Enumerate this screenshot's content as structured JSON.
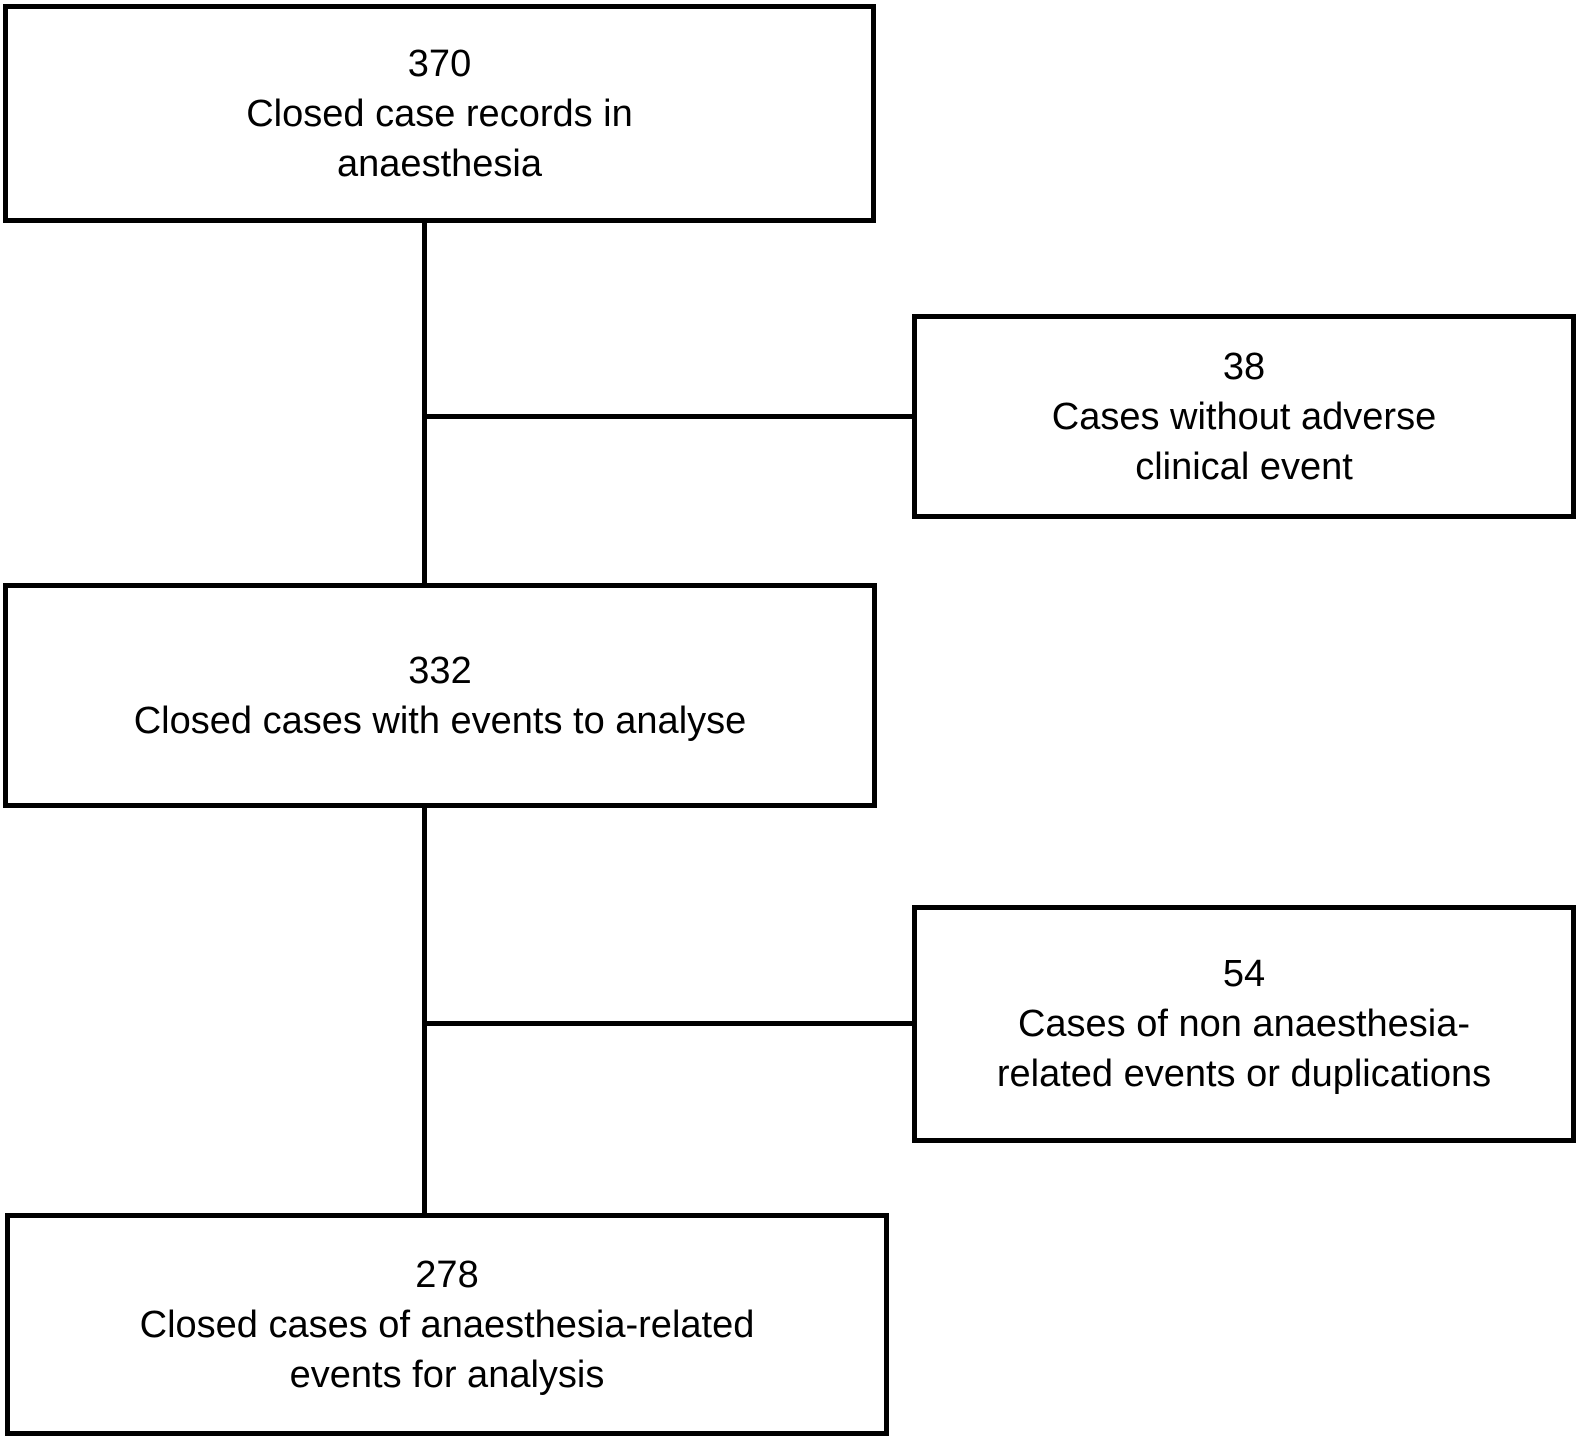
{
  "diagram": {
    "type": "flowchart",
    "background_color": "#ffffff",
    "line_color": "#000000",
    "text_color": "#000000",
    "boxes": [
      {
        "id": "closed-case-records",
        "count": "370",
        "label": "Closed case records in anaesthesia",
        "lines": [
          "370",
          "Closed case records in",
          "anaesthesia"
        ]
      },
      {
        "id": "cases-without-adverse-event",
        "count": "38",
        "label": "Cases without adverse clinical event",
        "lines": [
          "38",
          "Cases without adverse",
          "clinical event"
        ]
      },
      {
        "id": "closed-cases-with-events",
        "count": "332",
        "label": "Closed cases with events to analyse",
        "lines": [
          "332",
          "Closed cases with events to analyse"
        ]
      },
      {
        "id": "non-anaesthesia-related",
        "count": "54",
        "label": "Cases of non anaesthesia-related events or duplications",
        "lines": [
          "54",
          "Cases of non anaesthesia-",
          "related events or duplications"
        ]
      },
      {
        "id": "cases-for-analysis",
        "count": "278",
        "label": "Closed cases of anaesthesia-related events for analysis",
        "lines": [
          "278",
          "Closed cases of anaesthesia-related",
          "events for analysis"
        ]
      }
    ],
    "connections": [
      {
        "from": "closed-case-records",
        "to": "closed-cases-with-events",
        "branch_to": "cases-without-adverse-event"
      },
      {
        "from": "closed-cases-with-events",
        "to": "cases-for-analysis",
        "branch_to": "non-anaesthesia-related"
      }
    ]
  }
}
